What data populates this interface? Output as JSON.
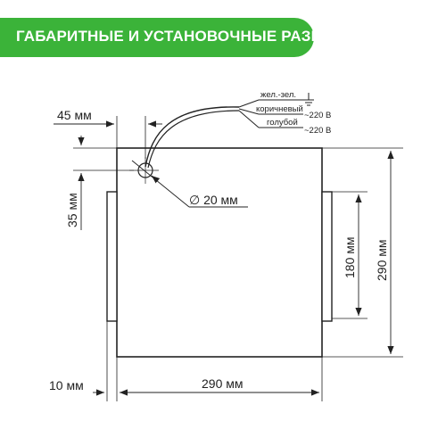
{
  "header": {
    "title": "ГАБАРИТНЫЕ И УСТАНОВОЧНЫЕ РАЗМЕРЫ"
  },
  "dimensions": {
    "offset_x": "45 мм",
    "offset_y": "35 мм",
    "hole_diameter": "∅ 20 мм",
    "flange_thickness": "10 мм",
    "width": "290 мм",
    "height": "290 мм",
    "mount_height": "180 мм"
  },
  "wires": [
    {
      "color_name": "жел.-зел.",
      "signal": ""
    },
    {
      "color_name": "коричневый",
      "signal": "~220 В"
    },
    {
      "color_name": "голубой",
      "signal": "~220 В"
    }
  ],
  "colors": {
    "banner": "#3bb339",
    "lines": "#222222"
  }
}
